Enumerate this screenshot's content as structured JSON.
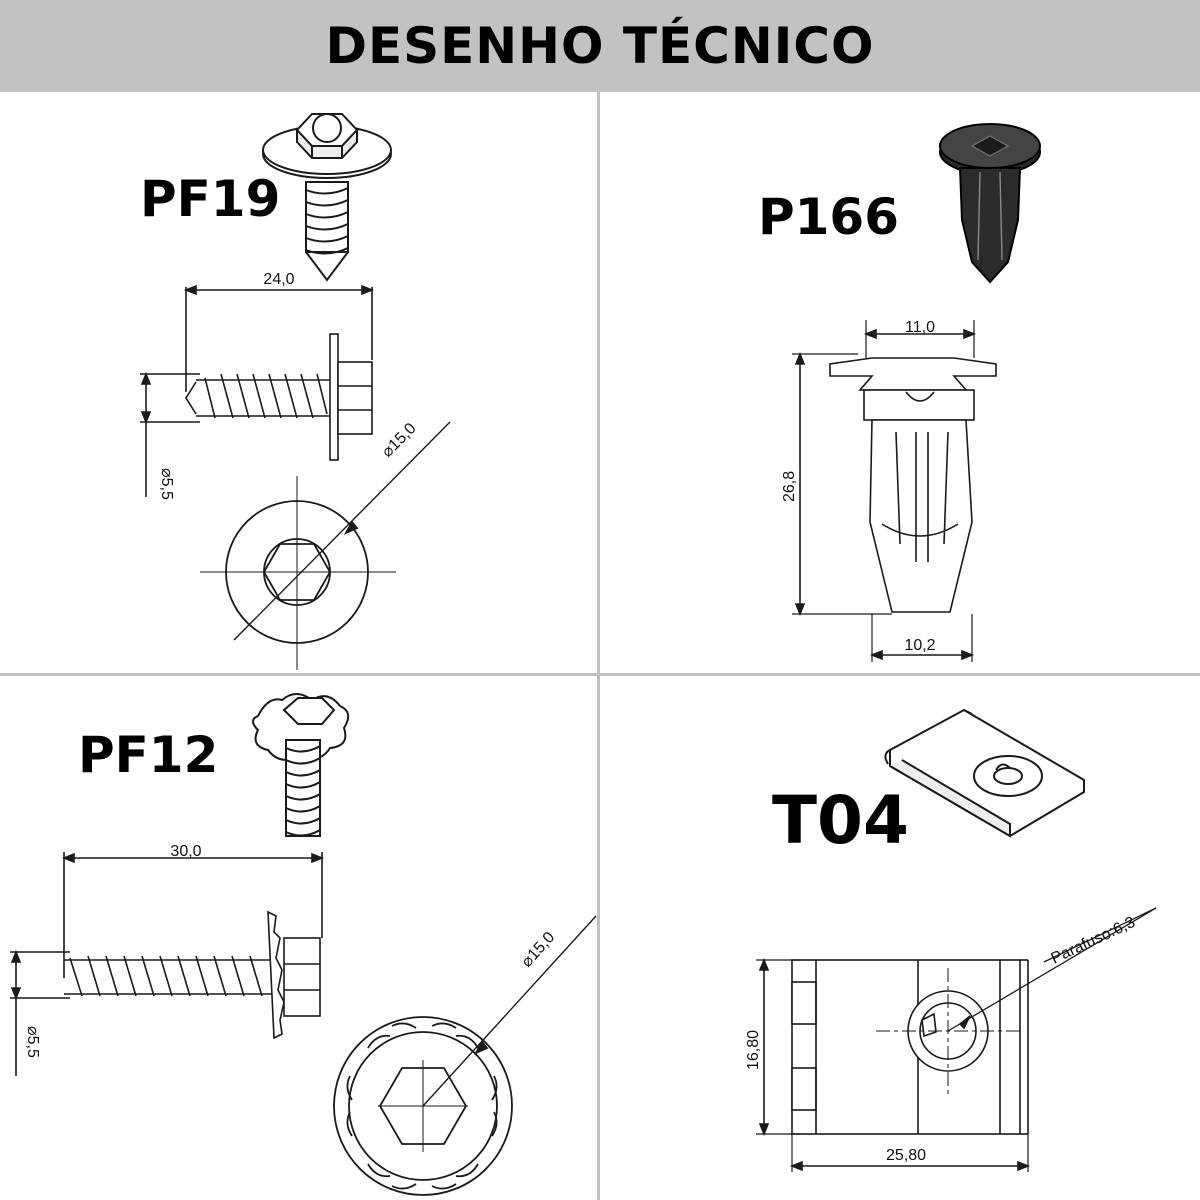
{
  "header": {
    "title": "DESENHO TÉCNICO"
  },
  "pf19": {
    "code": "PF19",
    "length": "24,0",
    "shank_diameter": "⌀5,5",
    "head_diameter": "⌀15,0"
  },
  "p166": {
    "code": "P166",
    "head_width": "11,0",
    "height": "26,8",
    "bottom_width": "10,2"
  },
  "pf12": {
    "code": "PF12",
    "length": "30,0",
    "shank_diameter": "⌀5,5",
    "head_diameter": "⌀15,0"
  },
  "t04": {
    "code": "T04",
    "screw": "Parafuso:6,3",
    "height": "16,80",
    "width": "25,80"
  },
  "colors": {
    "header_bg": "#c2c2c2",
    "divider": "#c0c0c0",
    "line": "#1a1a1a",
    "clip_dark": "#2b2b2b"
  }
}
